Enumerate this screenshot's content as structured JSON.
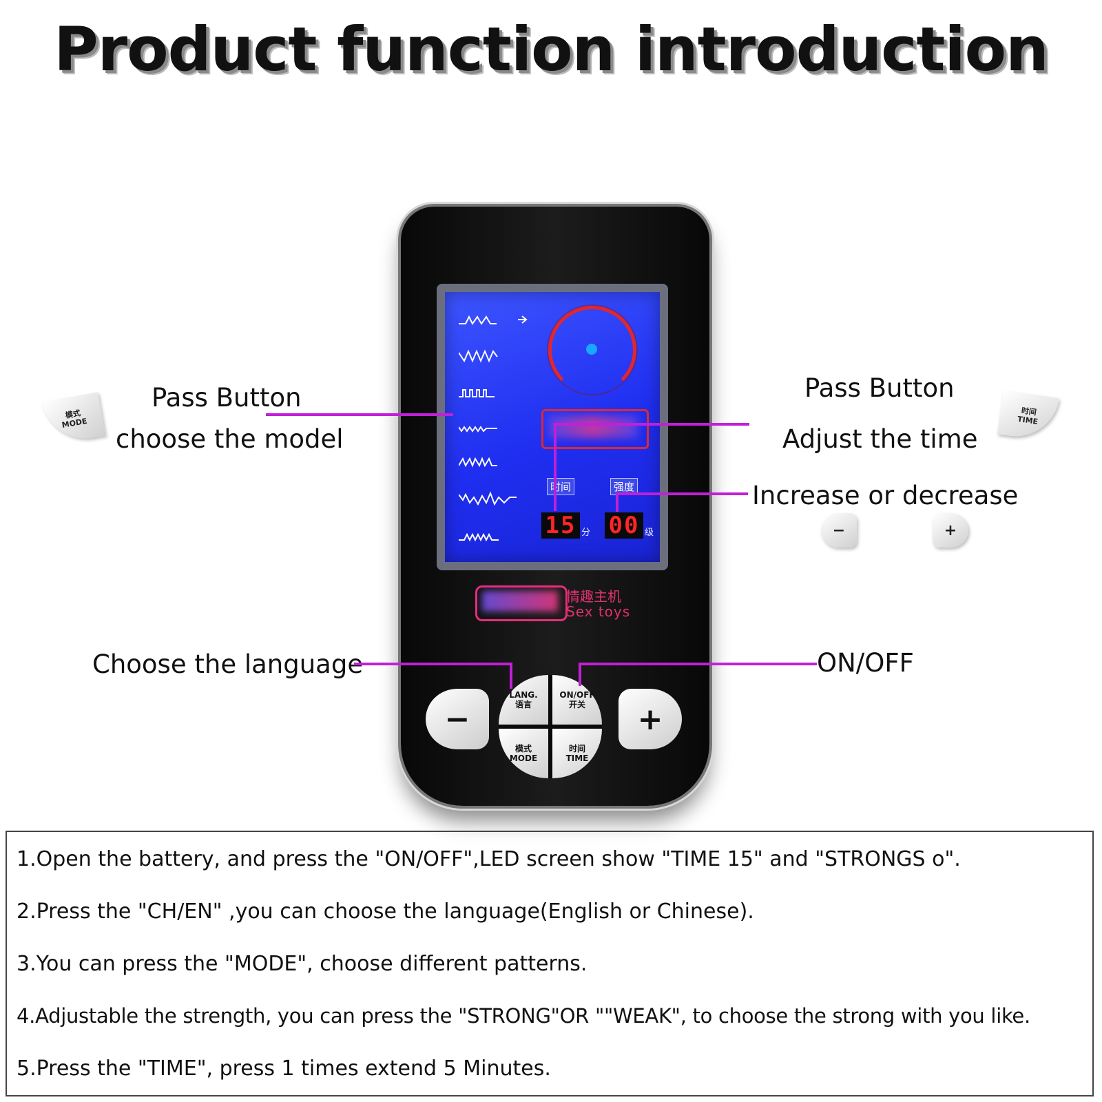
{
  "title": "Product function introduction",
  "labels": {
    "mode_line1": "Pass Button",
    "mode_line2": "choose the model",
    "time_line1": "Pass Button",
    "time_line2": "Adjust the time",
    "strength": "Increase or decrease",
    "language": "Choose the language",
    "power": "ON/OFF"
  },
  "device": {
    "time_tag": "时间",
    "strength_tag": "强度",
    "time_value": "15",
    "time_unit": "分",
    "strength_value": "00",
    "strength_unit": "级",
    "brand_cn": "情趣主机",
    "brand_en": "Sex toys",
    "buttons": {
      "lang_en": "LANG.",
      "lang_cn": "语言",
      "onoff_en": "ON/OFF",
      "onoff_cn": "开关",
      "mode_en": "MODE",
      "mode_cn": "模式",
      "time_en": "TIME",
      "time_cn": "时间",
      "minus": "−",
      "plus": "+"
    }
  },
  "steps": [
    "1.Open the battery, and press the \"ON/OFF\",LED screen show \"TIME 15\" and \"STRONGS o\".",
    "2.Press the \"CH/EN\" ,you can choose the language(English or Chinese).",
    "3.You can press the \"MODE\", choose different patterns.",
    "4.Adjustable the strength, you can press the \"STRONG\"OR \"\"WEAK\", to choose the strong with you like.",
    "5.Press the \"TIME\", press 1 times extend 5 Minutes."
  ],
  "colors": {
    "callout_line": "#c21fd8",
    "screen": "#2a3cf5",
    "digits": "#ff2525"
  }
}
